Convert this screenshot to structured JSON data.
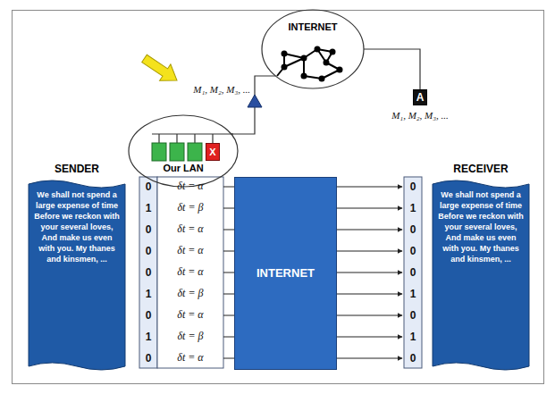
{
  "diagram": {
    "nodes": [
      {
        "text": [
          "INTERNET"
        ]
      },
      {
        "text": [
          "Our LAN"
        ]
      },
      {
        "text": [
          "X"
        ],
        "in": 1
      },
      {
        "text": [
          "A"
        ]
      },
      {
        "text": [
          "SENDER",
          "We shall not spend a large expense of time Before we reckon with your several loves, And make us even with you. My thanes and kinsmen, ..."
        ]
      },
      {
        "text": [
          "INTERNET"
        ]
      },
      {
        "text": [
          "RECEIVER",
          "We shall not spend a large expense of time Before we reckon with your several loves, And make us even with you. My thanes and kinsmen, ..."
        ]
      }
    ],
    "edges": [
      {
        "from": 1,
        "to": 0,
        "arrow": "none"
      },
      {
        "from": 0,
        "to": 3,
        "arrow": "none"
      }
    ],
    "labels": [
      "M₁, M₂, M₃, ...",
      "M₁, M₂, M₃, ...",
      "0",
      "1",
      "0",
      "0",
      "0",
      "1",
      "0",
      "1",
      "0",
      "δt = α",
      "δt = β",
      "δt = α",
      "δt = α",
      "δt = α",
      "δt = β",
      "δt = α",
      "δt = β",
      "δt = α",
      "0",
      "1",
      "0",
      "0",
      "0",
      "1",
      "0",
      "1",
      "0"
    ]
  }
}
